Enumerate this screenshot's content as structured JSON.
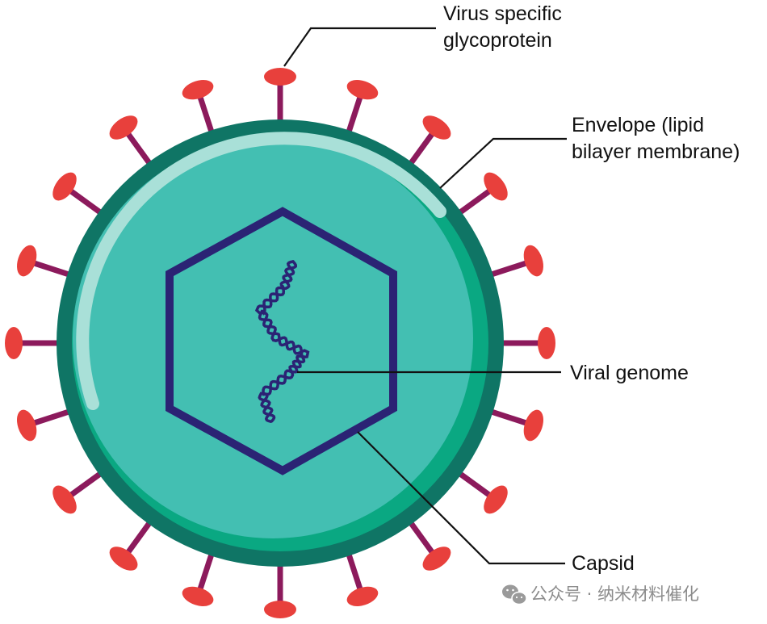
{
  "labels": {
    "glycoprotein": [
      "Virus specific",
      "glycoprotein"
    ],
    "envelope": [
      "Envelope (lipid",
      "bilayer membrane)"
    ],
    "genome": [
      "Viral genome"
    ],
    "capsid": [
      "Capsid"
    ]
  },
  "watermark": {
    "icon": "wechat-icon",
    "text": "公众号 · 纳米材料催化"
  },
  "colors": {
    "envelope_outer": "#0f7565",
    "envelope_inner": "#0aa882",
    "interior": "#43bfb2",
    "highlight": "#a9e0d8",
    "capsid_stroke": "#2b2374",
    "genome_stroke": "#2b2374",
    "spike_stalk": "#8c1a5c",
    "spike_head": "#e8403c",
    "leader_line": "#111111",
    "watermark": "#8c8c8c"
  }
}
